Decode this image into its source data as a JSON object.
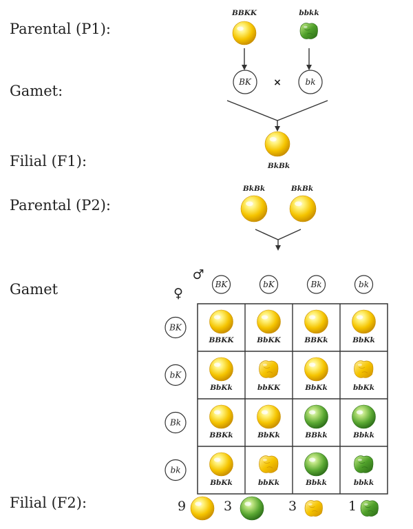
{
  "labels": {
    "parental_p1": "Parental (P1):",
    "gamet_1": "Gamet:",
    "filial_f1": "Filial (F1):",
    "parental_p2": "Parental (P2):",
    "gamet_2": "Gamet",
    "filial_f2": "Filial (F2):"
  },
  "p1": {
    "left": {
      "genotype": "BBKK",
      "phenotype": "yellow-round"
    },
    "right": {
      "genotype": "bbkk",
      "phenotype": "green-wrinkled"
    }
  },
  "gametes_1": {
    "left": "BK",
    "right": "bk",
    "cross_symbol": "×"
  },
  "f1": {
    "genotype": "BkBk",
    "phenotype": "yellow-round"
  },
  "p2": {
    "left": {
      "genotype": "BkBk",
      "phenotype": "yellow-round"
    },
    "right": {
      "genotype": "BkBk",
      "phenotype": "yellow-round"
    }
  },
  "symbols": {
    "male": "♂",
    "female": "♀"
  },
  "punnett": {
    "male_gametes": [
      "BK",
      "bK",
      "Bk",
      "bk"
    ],
    "female_gametes": [
      "BK",
      "bK",
      "Bk",
      "bk"
    ],
    "cells": [
      [
        {
          "genotype": "BBKK",
          "phenotype": "yellow-round"
        },
        {
          "genotype": "BbKK",
          "phenotype": "yellow-round"
        },
        {
          "genotype": "BBKk",
          "phenotype": "yellow-round"
        },
        {
          "genotype": "BbKk",
          "phenotype": "yellow-round"
        }
      ],
      [
        {
          "genotype": "BbKk",
          "phenotype": "yellow-round"
        },
        {
          "genotype": "bbKK",
          "phenotype": "yellow-wrinkled"
        },
        {
          "genotype": "BbKk",
          "phenotype": "yellow-round"
        },
        {
          "genotype": "bbKk",
          "phenotype": "yellow-wrinkled"
        }
      ],
      [
        {
          "genotype": "BBKk",
          "phenotype": "yellow-round"
        },
        {
          "genotype": "BbKk",
          "phenotype": "yellow-round"
        },
        {
          "genotype": "BBkk",
          "phenotype": "green-round"
        },
        {
          "genotype": "Bbkk",
          "phenotype": "green-round"
        }
      ],
      [
        {
          "genotype": "BbKk",
          "phenotype": "yellow-round"
        },
        {
          "genotype": "bbKk",
          "phenotype": "yellow-wrinkled"
        },
        {
          "genotype": "Bbkk",
          "phenotype": "green-round"
        },
        {
          "genotype": "bbkk",
          "phenotype": "green-wrinkled"
        }
      ]
    ]
  },
  "f2_ratio": [
    {
      "count": "9",
      "phenotype": "yellow-round"
    },
    {
      "count": "3",
      "phenotype": "green-round"
    },
    {
      "count": "3",
      "phenotype": "yellow-wrinkled"
    },
    {
      "count": "1",
      "phenotype": "green-wrinkled"
    }
  ],
  "colors": {
    "yellow": "#f5c400",
    "yellow_light": "#fff27a",
    "yellow_dark": "#c98f00",
    "green": "#5aa832",
    "green_light": "#b7e07a",
    "green_dark": "#2e6f1a",
    "line": "#333333"
  }
}
